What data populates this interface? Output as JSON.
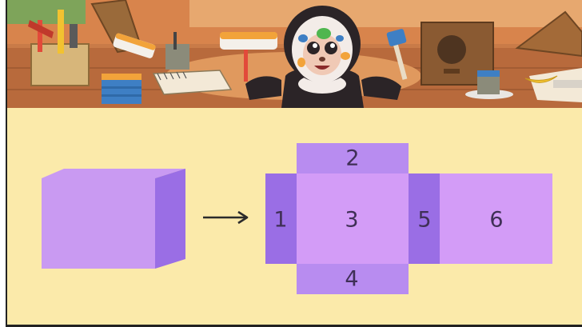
{
  "scene": {
    "character": "monkey-painter",
    "props": [
      "toolbox",
      "paint-roller",
      "paint-can",
      "sketchbook",
      "birdhouse",
      "paintbrush",
      "banana",
      "paint-cup"
    ]
  },
  "colors": {
    "background": "#fbeaaa",
    "face_light": "#d39cf7",
    "face_medium": "#b88cf0",
    "face_dark": "#9a6ee5",
    "arrow": "#2b2b2b"
  },
  "cube": {
    "shape": "cuboid"
  },
  "arrow": {
    "icon": "right-arrow-icon"
  },
  "net": {
    "faces": [
      {
        "id": "face-1",
        "label": "1"
      },
      {
        "id": "face-2",
        "label": "2"
      },
      {
        "id": "face-3",
        "label": "3"
      },
      {
        "id": "face-4",
        "label": "4"
      },
      {
        "id": "face-5",
        "label": "5"
      },
      {
        "id": "face-6",
        "label": "6"
      }
    ]
  }
}
